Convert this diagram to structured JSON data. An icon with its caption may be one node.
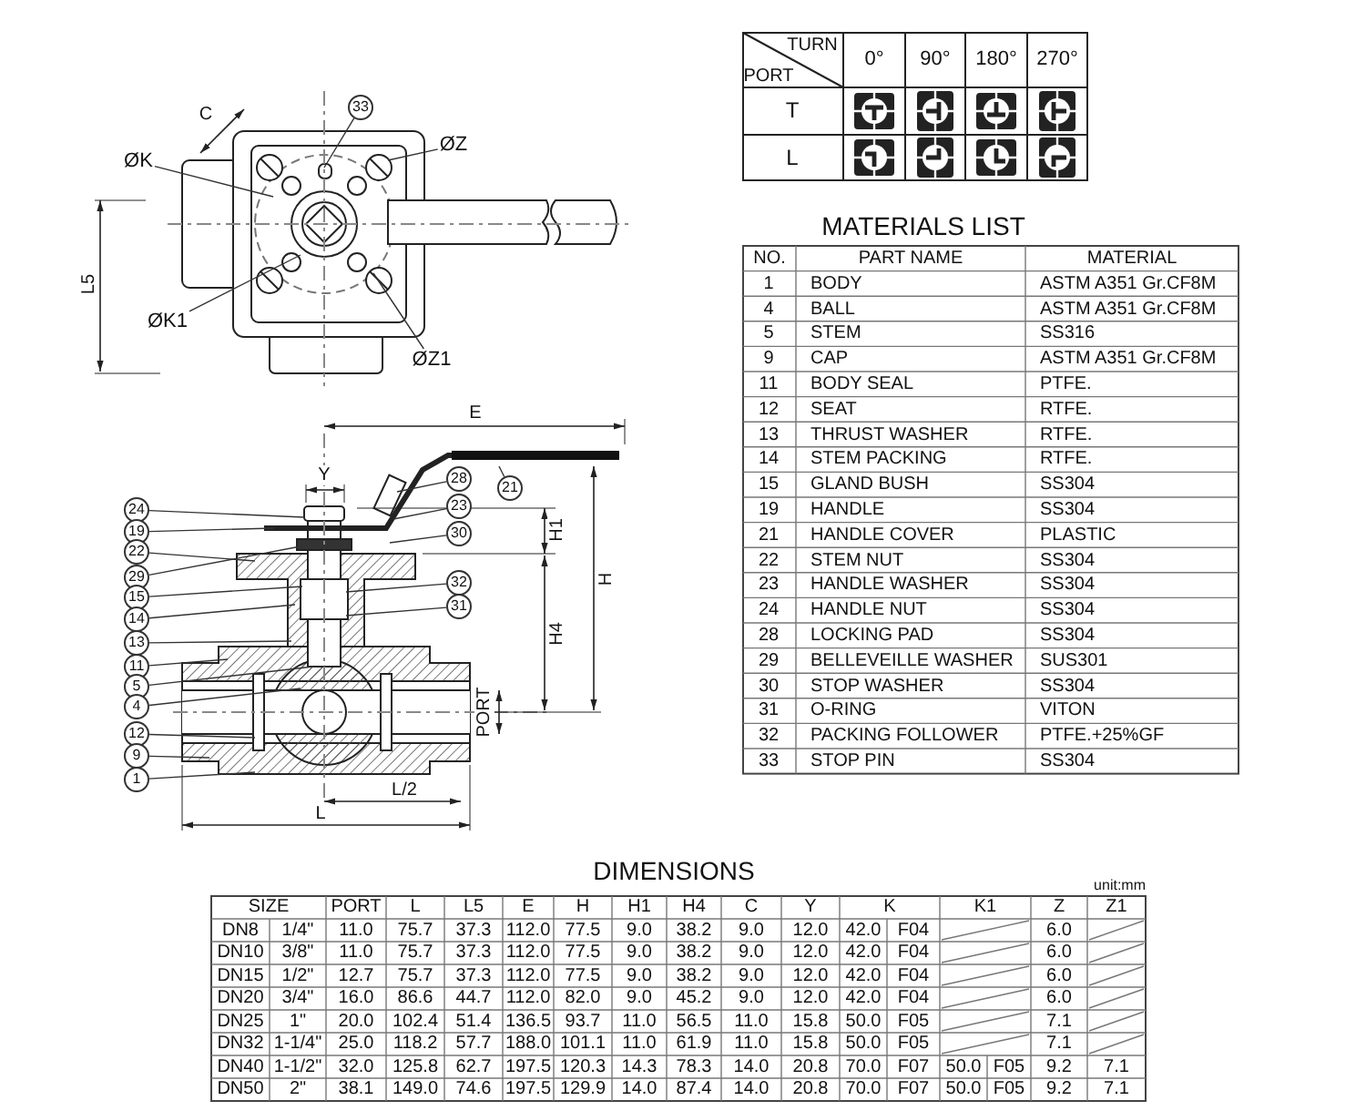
{
  "diagram": {
    "nodes": [
      {
        "text": [
          "ØK"
        ]
      },
      {
        "text": [
          "33"
        ]
      },
      {
        "text": [
          "ØZ"
        ]
      },
      {
        "text": [
          "ØK1"
        ]
      },
      {
        "text": [
          "ØZ1"
        ]
      },
      {
        "text": [
          "21"
        ]
      },
      {
        "text": [
          "28"
        ]
      },
      {
        "text": [
          "24"
        ]
      },
      {
        "text": [
          "23"
        ]
      },
      {
        "text": [
          "19"
        ]
      },
      {
        "text": [
          "30"
        ]
      },
      {
        "text": [
          "22"
        ]
      },
      {
        "text": [
          "29"
        ]
      },
      {
        "text": [
          "15"
        ]
      },
      {
        "text": [
          "32"
        ]
      },
      {
        "text": [
          "14"
        ]
      },
      {
        "text": [
          "31"
        ]
      },
      {
        "text": [
          "13"
        ]
      },
      {
        "text": [
          "11"
        ]
      },
      {
        "text": [
          "5"
        ]
      },
      {
        "text": [
          "4"
        ]
      },
      {
        "text": [
          "12"
        ]
      },
      {
        "text": [
          "9"
        ]
      },
      {
        "text": [
          "1"
        ]
      }
    ],
    "edges": [
      {
        "from": 0,
        "to": null,
        "arrow": "none"
      },
      {
        "from": 1,
        "to": null,
        "arrow": "none"
      },
      {
        "from": 2,
        "to": null,
        "arrow": "none"
      },
      {
        "from": 3,
        "to": null,
        "arrow": "none"
      },
      {
        "from": 4,
        "to": null,
        "arrow": "none"
      },
      {
        "from": 5,
        "to": null,
        "arrow": "none"
      },
      {
        "from": 6,
        "to": null,
        "arrow": "none"
      },
      {
        "from": 7,
        "to": null,
        "arrow": "none"
      },
      {
        "from": 8,
        "to": null,
        "arrow": "none"
      },
      {
        "from": 9,
        "to": null,
        "arrow": "none"
      },
      {
        "from": 10,
        "to": null,
        "arrow": "none"
      },
      {
        "from": 11,
        "to": null,
        "arrow": "none"
      },
      {
        "from": 12,
        "to": null,
        "arrow": "none"
      },
      {
        "from": 13,
        "to": null,
        "arrow": "none"
      },
      {
        "from": 14,
        "to": null,
        "arrow": "none"
      },
      {
        "from": 15,
        "to": null,
        "arrow": "none"
      },
      {
        "from": 16,
        "to": null,
        "arrow": "none"
      },
      {
        "from": 17,
        "to": null,
        "arrow": "none"
      },
      {
        "from": 18,
        "to": null,
        "arrow": "none"
      },
      {
        "from": 19,
        "to": null,
        "arrow": "none"
      },
      {
        "from": 20,
        "to": null,
        "arrow": "none"
      },
      {
        "from": 21,
        "to": null,
        "arrow": "none"
      },
      {
        "from": 22,
        "to": null,
        "arrow": "none"
      },
      {
        "from": 23,
        "to": null,
        "arrow": "none"
      }
    ],
    "labels": [
      "TURN",
      "PORT",
      "0°",
      "90°",
      "180°",
      "270°",
      "T",
      "L",
      "C",
      "L5",
      "E",
      "Y",
      "H1",
      "H",
      "H4",
      "PORT",
      "L/2",
      "L",
      "MATERIALS LIST",
      "NO.",
      "PART NAME",
      "MATERIAL",
      "1",
      "BODY",
      "ASTM A351 Gr.CF8M",
      "4",
      "BALL",
      "ASTM A351 Gr.CF8M",
      "5",
      "STEM",
      "SS316",
      "9",
      "CAP",
      "ASTM A351 Gr.CF8M",
      "11",
      "BODY SEAL",
      "PTFE.",
      "12",
      "SEAT",
      "RTFE.",
      "13",
      "THRUST WASHER",
      "RTFE.",
      "14",
      "STEM PACKING",
      "RTFE.",
      "15",
      "GLAND BUSH",
      "SS304",
      "19",
      "HANDLE",
      "SS304",
      "21",
      "HANDLE COVER",
      "PLASTIC",
      "22",
      "STEM NUT",
      "SS304",
      "23",
      "HANDLE WASHER",
      "SS304",
      "24",
      "HANDLE NUT",
      "SS304",
      "28",
      "LOCKING PAD",
      "SS304",
      "29",
      "BELLEVEILLE WASHER",
      "SUS301",
      "30",
      "STOP WASHER",
      "SS304",
      "31",
      "O-RING",
      "VITON",
      "32",
      "PACKING FOLLOWER",
      "PTFE.+25%GF",
      "33",
      "STOP PIN",
      "SS304",
      "DIMENSIONS",
      "unit:mm",
      "SIZE",
      "PORT",
      "L",
      "L5",
      "E",
      "H",
      "H1",
      "H4",
      "C",
      "Y",
      "K",
      "K1",
      "Z",
      "Z1",
      "DN8",
      "1/4\"",
      "11.0",
      "75.7",
      "37.3",
      "112.0",
      "77.5",
      "9.0",
      "38.2",
      "9.0",
      "12.0",
      "42.0",
      "F04",
      "6.0",
      "DN10",
      "3/8\"",
      "11.0",
      "75.7",
      "37.3",
      "112.0",
      "77.5",
      "9.0",
      "38.2",
      "9.0",
      "12.0",
      "42.0",
      "F04",
      "6.0",
      "DN15",
      "1/2\"",
      "12.7",
      "75.7",
      "37.3",
      "112.0",
      "77.5",
      "9.0",
      "38.2",
      "9.0",
      "12.0",
      "42.0",
      "F04",
      "6.0",
      "DN20",
      "3/4\"",
      "16.0",
      "86.6",
      "44.7",
      "112.0",
      "82.0",
      "9.0",
      "45.2",
      "9.0",
      "12.0",
      "42.0",
      "F04",
      "6.0",
      "DN25",
      "1\"",
      "20.0",
      "102.4",
      "51.4",
      "136.5",
      "93.7",
      "11.0",
      "56.5",
      "11.0",
      "15.8",
      "50.0",
      "F05",
      "7.1",
      "DN32",
      "1-1/4\"",
      "25.0",
      "118.2",
      "57.7",
      "188.0",
      "101.1",
      "11.0",
      "61.9",
      "11.0",
      "15.8",
      "50.0",
      "F05",
      "7.1",
      "DN40",
      "1-1/2\"",
      "32.0",
      "125.8",
      "62.7",
      "197.5",
      "120.3",
      "14.3",
      "78.3",
      "14.0",
      "20.8",
      "70.0",
      "F07",
      "50.0",
      "F05",
      "9.2",
      "7.1",
      "DN50",
      "2\"",
      "38.1",
      "149.0",
      "74.6",
      "197.5",
      "129.9",
      "14.0",
      "87.4",
      "14.0",
      "20.8",
      "70.0",
      "F07",
      "50.0",
      "F05",
      "9.2",
      "7.1"
    ]
  }
}
